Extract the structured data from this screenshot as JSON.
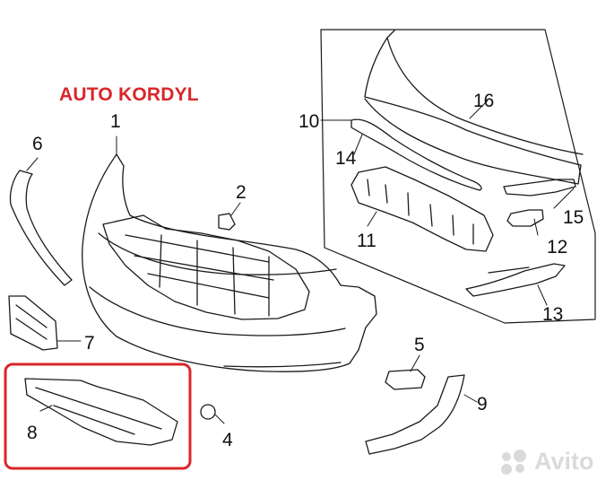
{
  "brand_watermark": "AUTO KORDYL",
  "callouts": [
    "1",
    "2",
    "4",
    "5",
    "6",
    "7",
    "8",
    "9",
    "10",
    "11",
    "12",
    "13",
    "14",
    "15",
    "16"
  ],
  "site_watermark": "Avito",
  "colors": {
    "line": "#1a1a1a",
    "highlight": "#d9262a",
    "watermark": "#d7d7d7"
  }
}
